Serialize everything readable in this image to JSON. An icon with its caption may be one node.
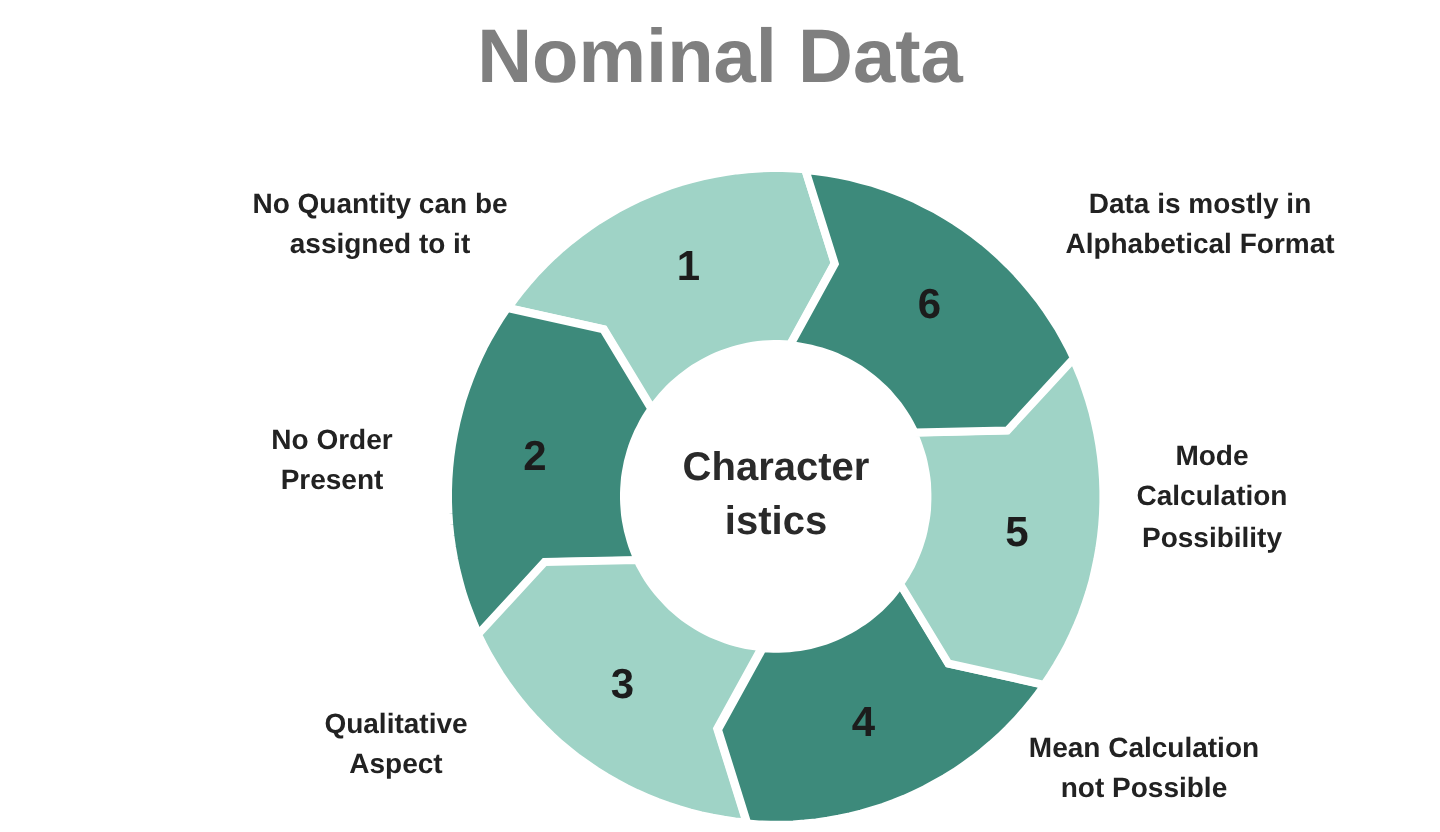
{
  "diagram": {
    "title": "Nominal Data",
    "nodes": [
      {
        "text": [
          "1"
        ],
        "beside": [
          "No Quantity can be assigned to it"
        ]
      },
      {
        "text": [
          "2"
        ],
        "beside": [
          "No Order Present"
        ]
      },
      {
        "text": [
          "3"
        ],
        "beside": [
          "Qualitative Aspect"
        ]
      },
      {
        "text": [
          "4"
        ],
        "beside": [
          "Mean Calculation not Possible"
        ]
      },
      {
        "text": [
          "5"
        ],
        "beside": [
          "Mode Calculation Possibility"
        ]
      },
      {
        "text": [
          "6"
        ],
        "beside": [
          "Data is mostly in Alphabetical Format"
        ]
      },
      {
        "text": [
          "Character istics"
        ]
      }
    ],
    "edges": []
  }
}
